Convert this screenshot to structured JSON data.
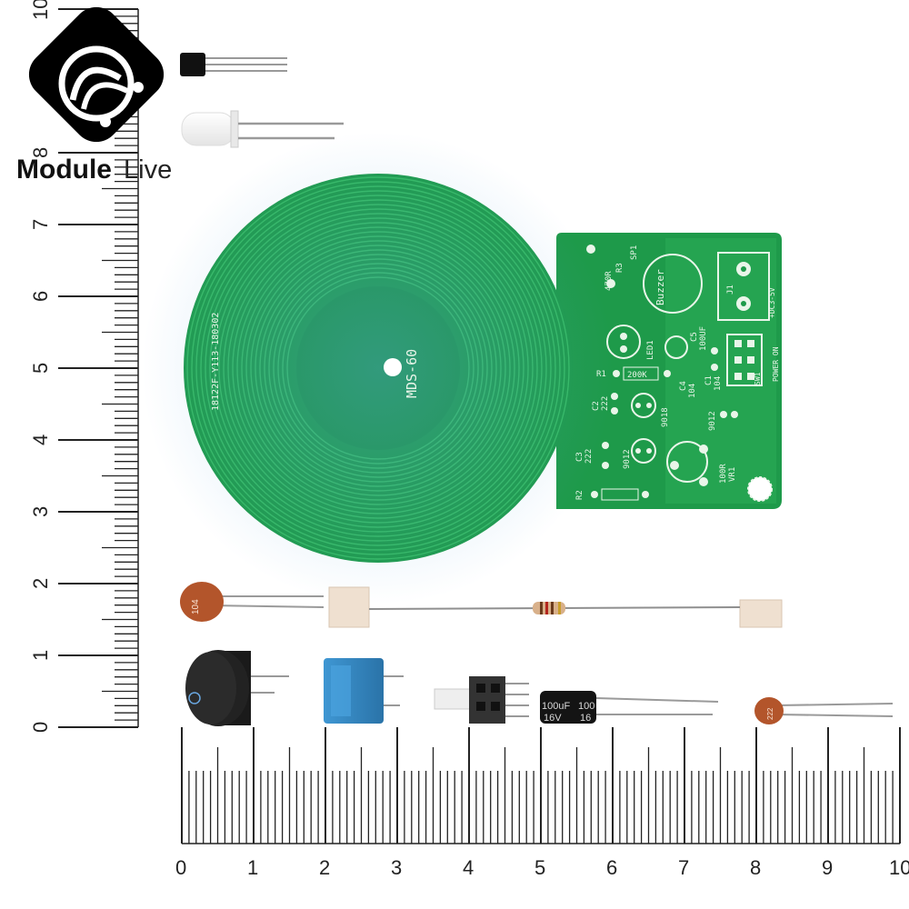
{
  "logo": {
    "brand_bold": "Module",
    "brand_light": "Live"
  },
  "rulers": {
    "vertical_labels": [
      "0",
      "1",
      "2",
      "3",
      "4",
      "5",
      "6",
      "7",
      "8",
      "9",
      "10"
    ],
    "horizontal_labels": [
      "0",
      "1",
      "2",
      "3",
      "4",
      "5",
      "6",
      "7",
      "8",
      "9",
      "10"
    ]
  },
  "pcb": {
    "model": "MDS-60",
    "date_code": "18122F-Y113-180302",
    "buzzer_label": "Buzzer",
    "sp_label": "SP1",
    "r3_label": "R3",
    "r3_value": "470R",
    "led_label": "LED1",
    "c5_label": "C5",
    "c5_value": "100UF",
    "r1_label": "R1",
    "r1_value": "200K",
    "c2_label": "C2",
    "c2_value": "222",
    "c3_label": "C3",
    "c3_value": "222",
    "c4_label": "C4",
    "c4_value": "104",
    "c1_label": "C1",
    "c1_value": "104",
    "q1_value": "9018",
    "q2_value": "9012",
    "q3_value": "9012",
    "vr_value": "100R",
    "vr_label": "VR1",
    "r2_label": "R2",
    "j1_label": "J1",
    "dc_label": "+DC3-5V",
    "sw_label": "SW1",
    "power_label": "POWER ON"
  },
  "parts": {
    "ceramic_cap_1_code": "104",
    "ceramic_cap_2_code": "222",
    "electrolytic_value": "100uF",
    "electrolytic_voltage": "16V",
    "electrolytic_value_2": "100",
    "electrolytic_voltage_2": "16"
  },
  "colors": {
    "pcb_green": "#1e9a4a",
    "pcb_trace": "#2fb35c",
    "silk": "#e9f5e9",
    "terminal_blue": "#2e86c1",
    "ruler_ink": "#222222"
  }
}
